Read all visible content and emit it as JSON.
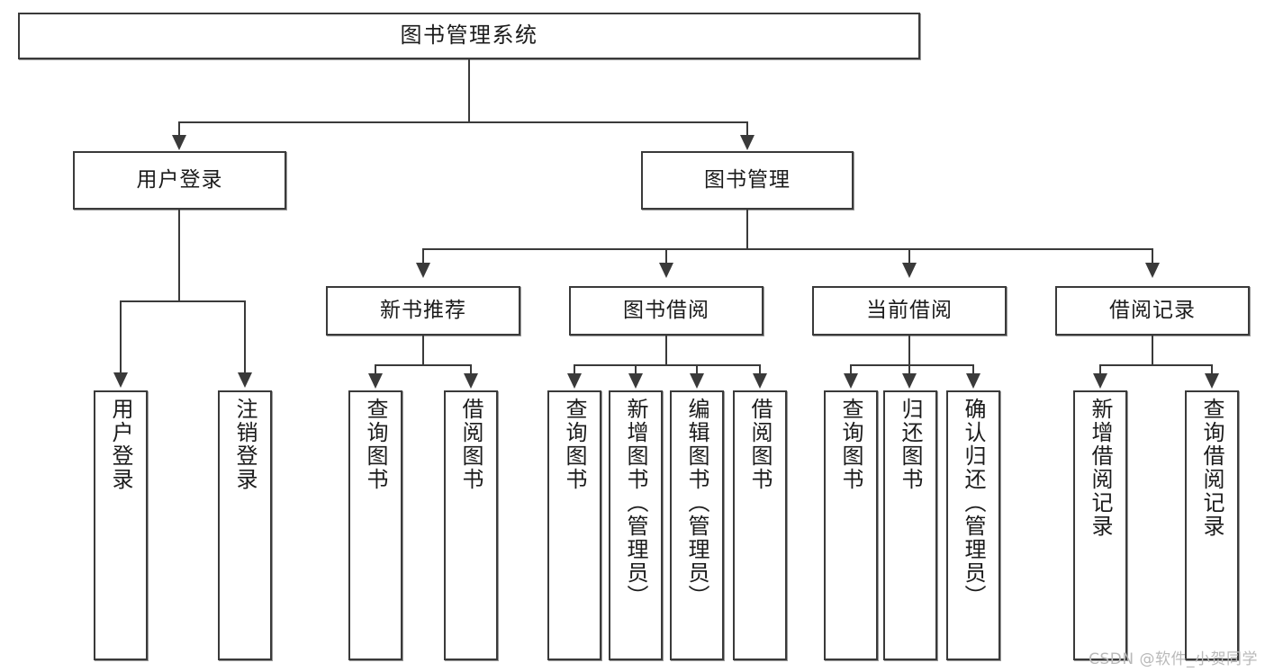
{
  "diagram": {
    "title": "图书管理系统",
    "type": "function-tree",
    "root": {
      "label": "图书管理系统"
    },
    "level2": [
      {
        "label": "用户登录"
      },
      {
        "label": "图书管理"
      }
    ],
    "level3": [
      {
        "label": "新书推荐"
      },
      {
        "label": "图书借阅"
      },
      {
        "label": "当前借阅"
      },
      {
        "label": "借阅记录"
      }
    ],
    "leaves": {
      "user_login": [
        {
          "label": "用户登录"
        },
        {
          "label": "注销登录"
        }
      ],
      "new_book_recommend": [
        {
          "label": "查询图书"
        },
        {
          "label": "借阅图书"
        }
      ],
      "book_borrow": [
        {
          "label": "查询图书"
        },
        {
          "label": "新增图书（管理员）"
        },
        {
          "label": "编辑图书（管理员）"
        },
        {
          "label": "借阅图书"
        }
      ],
      "current_borrow": [
        {
          "label": "查询图书"
        },
        {
          "label": "归还图书"
        },
        {
          "label": "确认归还（管理员）"
        }
      ],
      "borrow_records": [
        {
          "label": "新增借阅记录"
        },
        {
          "label": "查询借阅记录"
        }
      ]
    }
  },
  "watermark": {
    "text": "CSDN @软件_小贺同学"
  },
  "colors": {
    "border": "#3a3a3a",
    "text": "#1b1b1b",
    "background": "#ffffff",
    "watermark": "#b9b9b9"
  }
}
